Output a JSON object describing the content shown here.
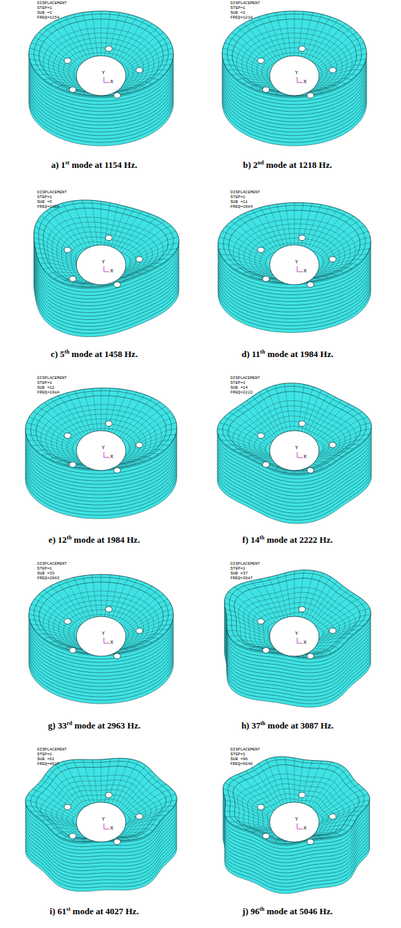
{
  "diagram": {
    "labels": [
      "DISPLACEMENT",
      "STEP=1",
      "SUB =1",
      "FREQ=1154",
      "Y",
      "X",
      "a) 1st mode at 1154 Hz.",
      "DISPLACEMENT",
      "STEP=1",
      "SUB =2",
      "FREQ=1218",
      "Y",
      "X",
      "b) 2nd mode at 1218 Hz.",
      "DISPLACEMENT",
      "STEP=1",
      "SUB =5",
      "FREQ=1458",
      "Y",
      "X",
      "c) 5th mode at 1458 Hz.",
      "DISPLACEMENT",
      "STEP=1",
      "SUB =11",
      "FREQ=1984",
      "Y",
      "X",
      "d) 11th mode at 1984 Hz.",
      "DISPLACEMENT",
      "STEP=1",
      "SUB =12",
      "FREQ=1984",
      "Y",
      "X",
      "e) 12th mode at 1984 Hz.",
      "DISPLACEMENT",
      "STEP=1",
      "SUB =14",
      "FREQ=2222",
      "Y",
      "X",
      "f) 14th mode at 2222 Hz.",
      "DISPLACEMENT",
      "STEP=1",
      "SUB =33",
      "FREQ=2963",
      "Y",
      "X",
      "g) 33rd mode at 2963 Hz.",
      "DISPLACEMENT",
      "STEP=1",
      "SUB =37",
      "FREQ=3087",
      "Y",
      "X",
      "h) 37th mode at 3087 Hz.",
      "DISPLACEMENT",
      "STEP=1",
      "SUB =61",
      "FREQ=4027",
      "Y",
      "X",
      "i) 61st mode at 4027 Hz.",
      "DISPLACEMENT",
      "STEP=1",
      "SUB =96",
      "FREQ=5046",
      "Y",
      "X",
      "j) 96th mode at 5046 Hz."
    ]
  }
}
